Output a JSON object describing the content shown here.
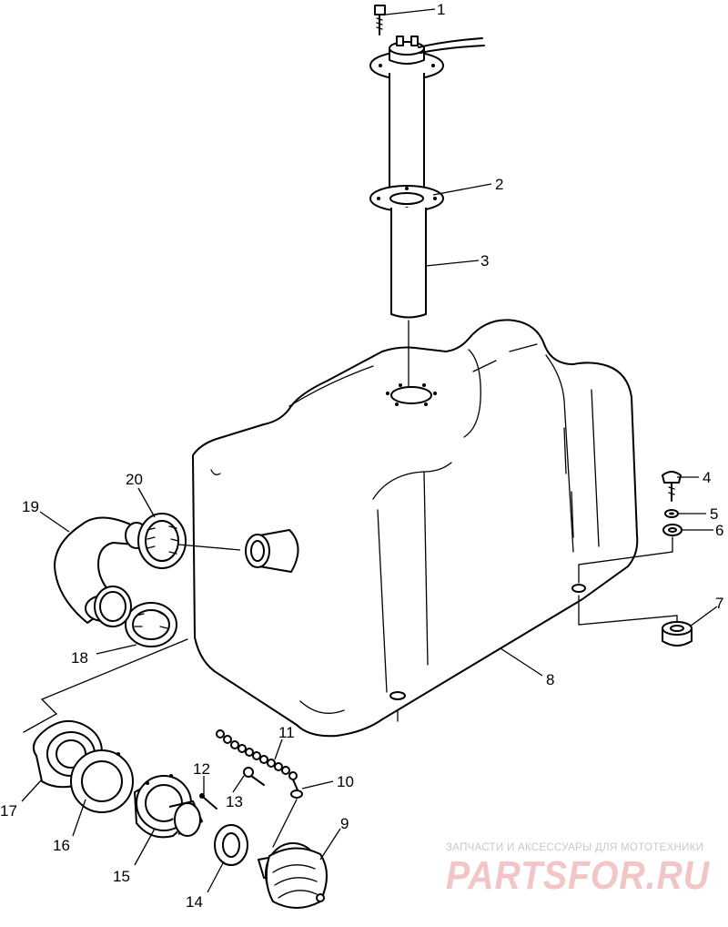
{
  "diagram": {
    "callouts": [
      "1",
      "2",
      "3",
      "4",
      "5",
      "6",
      "7",
      "8",
      "9",
      "10",
      "11",
      "12",
      "13",
      "14",
      "15",
      "16",
      "17",
      "18",
      "19",
      "20"
    ]
  },
  "watermark": {
    "caption": "ЗАПЧАСТИ И АКСЕССУАРЫ ДЛЯ МОТОТЕХНИКИ",
    "brand": "PARTSFOR.RU"
  }
}
